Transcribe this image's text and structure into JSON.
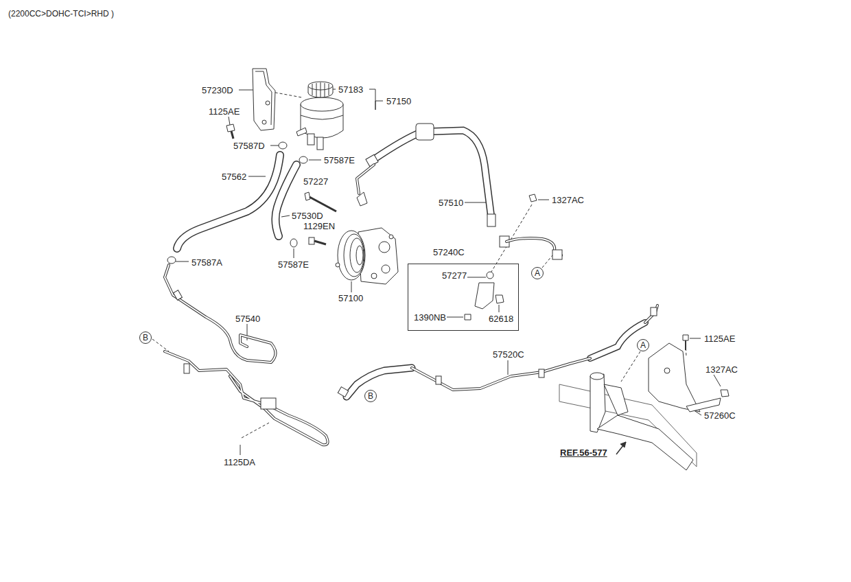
{
  "diagram": {
    "title": "(2200CC>DOHC-TCI>RHD )",
    "nodes": [
      {
        "text": [
          "57240C",
          "57277",
          "1390NB",
          "62618"
        ]
      },
      {
        "text": [
          "A"
        ]
      },
      {
        "text": [
          "A"
        ]
      },
      {
        "text": [
          "B"
        ]
      },
      {
        "text": [
          "B"
        ]
      }
    ],
    "labels": [
      "57230D",
      "1125AE",
      "57183",
      "57150",
      "57587D",
      "57587E",
      "57562",
      "57227",
      "57530D",
      "1129EN",
      "57587E",
      "57587A",
      "57100",
      "57510",
      "1327AC",
      "57540",
      "57520C",
      "1125AE",
      "1327AC",
      "57260C",
      "1125DA",
      "REF.56-577"
    ]
  }
}
